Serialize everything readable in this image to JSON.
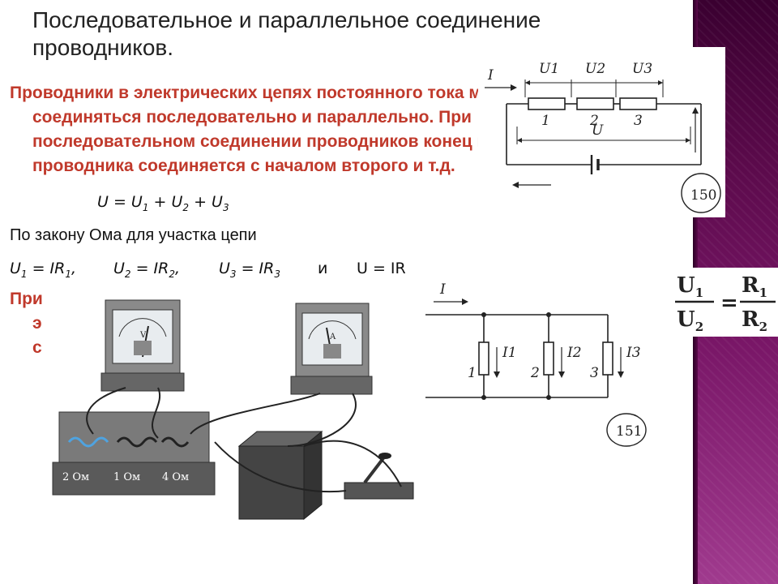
{
  "slide": {
    "title": "Последовательное и параллельное соединение проводников.",
    "intro_lines": [
      "Проводники в электрических цепях постоянного тока могут",
      "соединяться последовательно и параллельно. При",
      "последовательном соединении проводников конец первого",
      "проводника соединяется с началом второго и т.д."
    ],
    "eq_total": {
      "u": "U",
      "u1": "U",
      "s1": "1",
      "u2": "U",
      "s2": "2",
      "u3": "U",
      "s3": "3"
    },
    "ohm_label": "По закону Ома для участка цепи",
    "ohm_eqs": {
      "e1": "U",
      "e1s": "1",
      "e1r": " = IR",
      "e1rs": "1",
      "e2": "U",
      "e2s": "2",
      "e2r": " = IR",
      "e2rs": "2",
      "e3": "U",
      "e3s": "3",
      "e3r": " = IR",
      "e3rs": "3",
      "and": "и",
      "e4": "U = IR"
    },
    "p2_lines": [
      "При",
      "э",
      "с"
    ]
  },
  "fig150": {
    "number": "150",
    "current": "I",
    "voltages": [
      "U1",
      "U2",
      "U3"
    ],
    "total_voltage": "U",
    "resistors": [
      "1",
      "2",
      "3"
    ]
  },
  "fig151": {
    "number": "151",
    "current": "I",
    "branch_currents": [
      "I1",
      "I2",
      "I3"
    ],
    "resistors": [
      "1",
      "2",
      "3"
    ]
  },
  "formula": {
    "num_u": "U",
    "num_us": "1",
    "den_u": "U",
    "den_us": "2",
    "num_r": "R",
    "num_rs": "1",
    "den_r": "R",
    "den_rs": "2"
  },
  "photo": {
    "resistor_labels": [
      "2 Ом",
      "1 Ом",
      "4 Ом"
    ],
    "voltmeter_letter": "V",
    "ammeter_letter": "A"
  },
  "colors": {
    "accent_red": "#c0392b",
    "band": "#7a1768"
  }
}
